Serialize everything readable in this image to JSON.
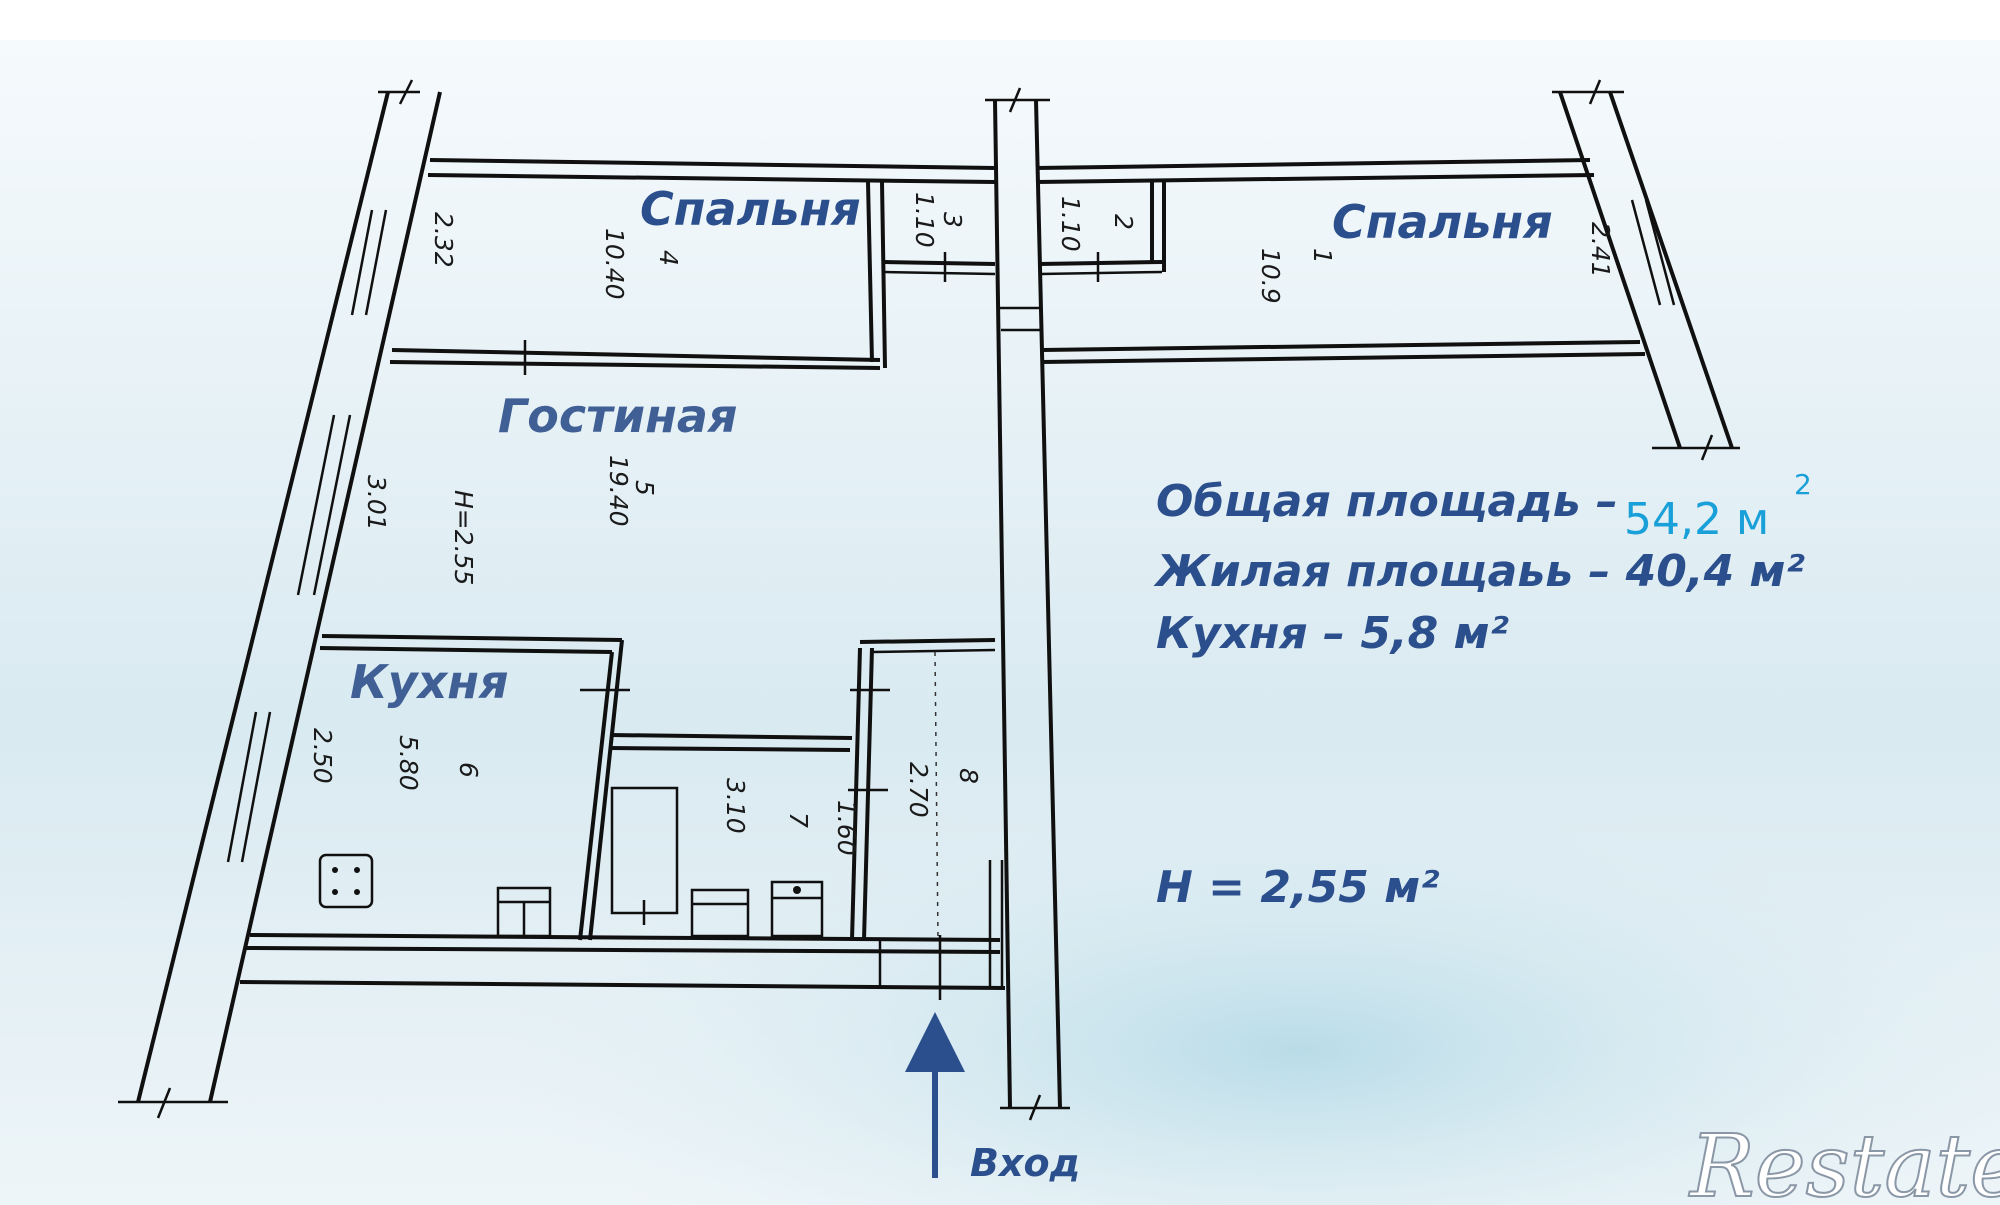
{
  "rooms": {
    "bedroom_left": "Спальня",
    "bedroom_right": "Спальня",
    "living_room": "Гостиная",
    "kitchen": "Кухня"
  },
  "plan_notes": {
    "bedroom_left_num": "4",
    "bedroom_left_area": "10.40",
    "bedroom_left_width": "2.32",
    "room3_num": "3",
    "room3_area": "1.10",
    "room2_num": "2",
    "room2_area": "1.10",
    "bedroom_right_num": "1",
    "bedroom_right_area": "10.9",
    "bedroom_right_width": "2.41",
    "living_num": "5",
    "living_area": "19.40",
    "living_width": "3.01",
    "living_height": "H=2.55",
    "kitchen_num": "6",
    "kitchen_area": "5.80",
    "kitchen_width": "2.50",
    "bath_num": "7",
    "bath_area": "3.10",
    "bath_width": "1.60",
    "hall_num": "8",
    "hall_area": "2.70"
  },
  "info": {
    "total_label": "Общая площадь –",
    "total_value": "54,2 м",
    "total_sup": "2",
    "living_line": "Жилая площаьь – 40,4 м²",
    "kitchen_line": "Кухня – 5,8 м²",
    "height_line": "H = 2,55 м²"
  },
  "entrance": {
    "label": "Вход"
  },
  "watermark": {
    "text": "Restate"
  },
  "colors": {
    "label_blue": "#2b4f8c",
    "accent_cyan": "#1aa0d8"
  }
}
